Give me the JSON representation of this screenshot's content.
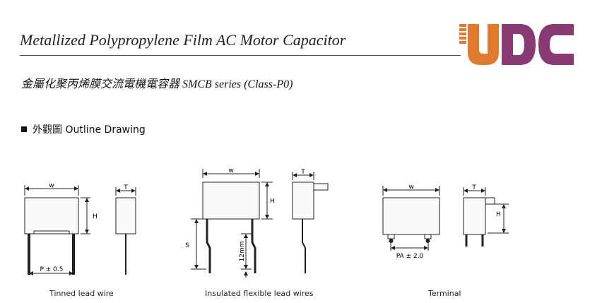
{
  "header": {
    "title": "Metallized Polypropylene Film AC Motor Capacitor",
    "subtitle": "金屬化聚丙烯膜交流電機電容器 SMCB series (Class-P0)"
  },
  "logo": {
    "text": "UDC",
    "colors": {
      "orange": "#e07a2c",
      "purple": "#8a3a72"
    }
  },
  "section": {
    "heading": "外觀圖  Outline Drawing"
  },
  "drawings": {
    "tinned": {
      "caption": "Tinned lead wire",
      "w": "w",
      "h": "H",
      "t": "T",
      "p": "P ± 0.5"
    },
    "insulated": {
      "caption": "Insulated flexible lead wires",
      "w": "w",
      "h": "H",
      "t": "T",
      "s": "S",
      "len": "12mm"
    },
    "terminal": {
      "caption": "Terminal",
      "w": "w",
      "h": "H",
      "t": "T",
      "pa": "PA ± 2.0"
    }
  }
}
